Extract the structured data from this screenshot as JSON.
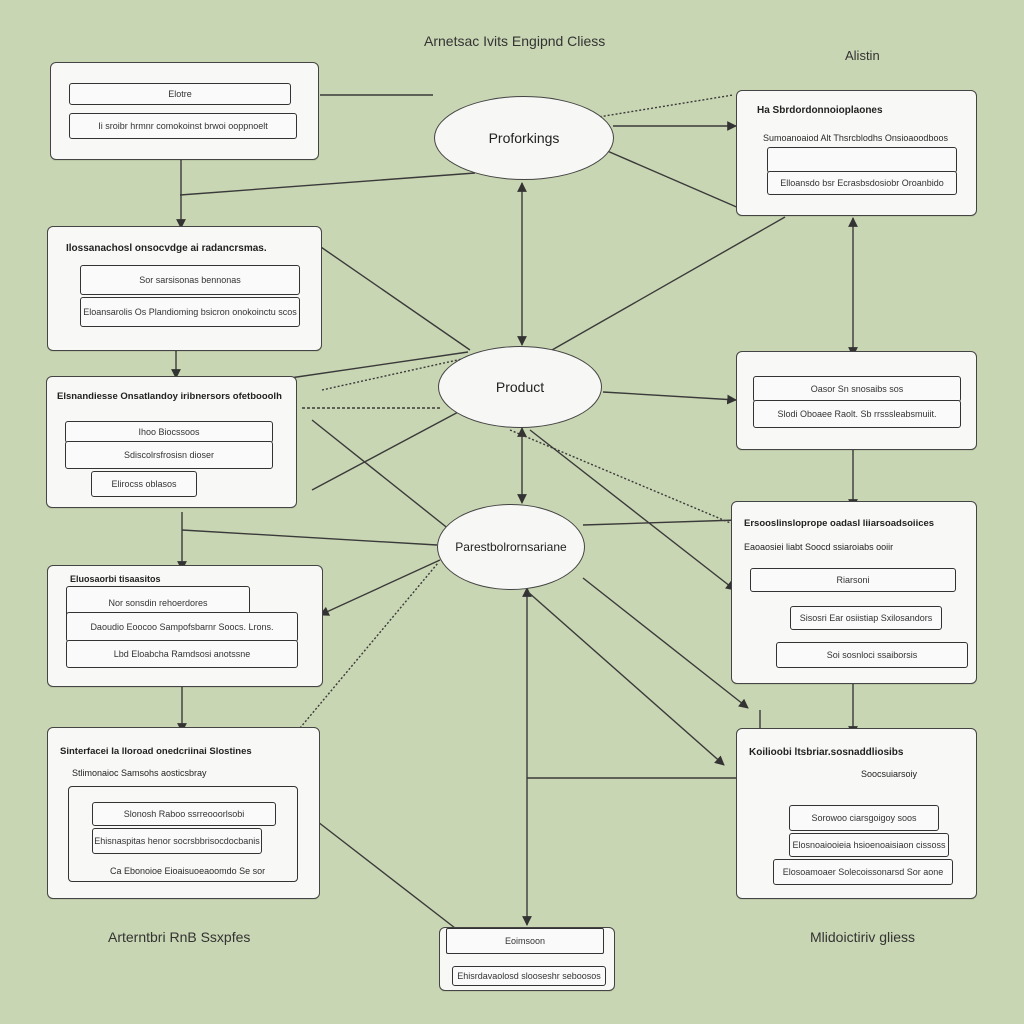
{
  "captions": {
    "top_title": "Arnetsac Ivits Engipnd Cliess",
    "top_right": "Alistin",
    "bottom_left": "Arterntbri RnB Ssxpfes",
    "bottom_right": "Mlidoictiriv gliess"
  },
  "ellipses": {
    "top": "Proforkings",
    "middle": "Product",
    "lower": "Parestbolrornsariane"
  },
  "boxes": {
    "b1": {
      "row1": "Elotre",
      "row2": "Ii sroibr hrmnr comokoinst brwoi ooppnoelt"
    },
    "b2": {
      "head": "Ilossanachosl onsocvdge ai radancrsmas.",
      "row1": "Sor sarsisonas bennonas",
      "row2": "Eloansarolis Os Plandioming bsicron onokoinctu scos"
    },
    "b3": {
      "head": "Elsnandiesse Onsatlandoy iribnersors ofetbooolh",
      "row1": "Ihoo Biocssoos",
      "row2": "Sdiscolrsfrosisn dioser",
      "row3": "Elirocss oblasos"
    },
    "b4": {
      "head": "Eluosaorbi tisaasitos",
      "row1": "Nor sonsdin rehoerdores",
      "row2": "Daoudio Eoocoo Sampofsbarnr Soocs. Lrons.",
      "row3": "Lbd Eloabcha Ramdsosi anotssne"
    },
    "b5": {
      "head": "Sinterfacei Ia lloroad onedcriinai Slostines",
      "sub": "Stlimonaioc Samsohs aosticsbray",
      "row1": "Slonosh Raboo ssrreooorlsobi",
      "row2": "Ehisnaspitas henor socrsbbrisocdocbanis",
      "row3": "Ca Ebonoioe Eioaisuoeaoomdo Se sor"
    },
    "b6": {
      "head": "Ha Sbrdordonnoioplaones",
      "row1": "Sumoanoaiod Alt Thsrcblodhs Onsioaoodboos",
      "row2": "Elloansdo bsr Ecrasbsdosiobr Oroanbido"
    },
    "b7": {
      "row1": "Oasor Sn snosaibs sos",
      "row2": "Slodi Oboaee Raolt. Sb rrsssleabsmuiit."
    },
    "b8": {
      "head": "Ersooslinsloprope oadasl liiarsoadsoiices",
      "sub": "Eaoaosiei liabt Soocd ssiaroiabs ooiir",
      "row1": "Riarsoni",
      "row2": "Sisosri Ear osiistiap Sxilosandors",
      "row3": "Soi sosnloci ssaiborsis"
    },
    "b9": {
      "head": "Koilioobi ltsbriar.sosnaddliosibs",
      "sub": "Soocsuiarsoiy",
      "row1": "Sorowoo ciarsgoigoy soos",
      "row2": "Elosnoaiooieia hsioenoaisiaon cissoss",
      "row3": "Elosoamoaer Solecoissonarsd Sor aone"
    },
    "b10": {
      "row1": "Eoimsoon",
      "row2": "Ehisrdavaolosd slooseshr seboosos"
    }
  }
}
